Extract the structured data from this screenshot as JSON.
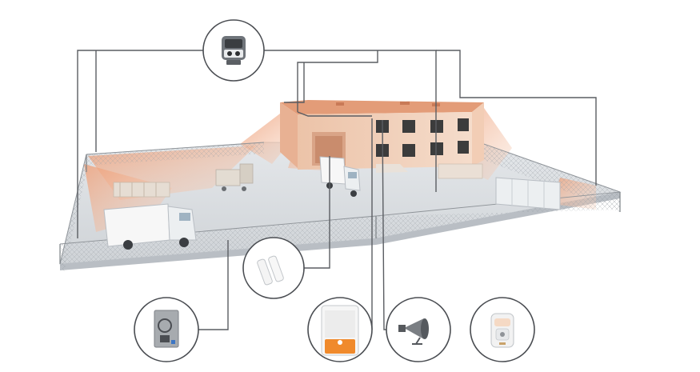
{
  "colors": {
    "ground": "#dcdfe3",
    "ground_edge": "#c9cdd2",
    "building_wall": "#f1d3bf",
    "building_roof": "#e9a98a",
    "detection_zone": "#f0b08e",
    "window": "#3c3c3c",
    "wire": "#5a5d62",
    "siren_orange": "#f08a2c"
  },
  "devices": [
    {
      "name": "ptz-camera",
      "icon": "camera-icon"
    },
    {
      "name": "magnetic-contact",
      "icon": "door-contact-icon"
    },
    {
      "name": "rfid-keypad",
      "icon": "keypad-icon"
    },
    {
      "name": "outdoor-siren",
      "icon": "siren-icon"
    },
    {
      "name": "loudspeaker",
      "icon": "horn-speaker-icon"
    },
    {
      "name": "outdoor-motion-detector",
      "icon": "motion-detector-icon"
    }
  ]
}
